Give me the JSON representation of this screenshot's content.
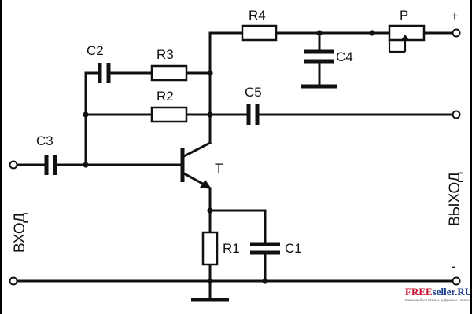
{
  "labels": {
    "r1": "R1",
    "r2": "R2",
    "r3": "R3",
    "r4": "R4",
    "c1": "C1",
    "c2": "C2",
    "c3": "C3",
    "c4": "C4",
    "c5": "C5",
    "pot": "P",
    "transistor": "T",
    "plus": "+",
    "minus": "-",
    "input": "ВХОД",
    "output": "ВЫХОД"
  },
  "watermark": {
    "brand_red": "FREE",
    "brand_blue": "seller.RU",
    "tagline": "Магазин бесплатных цифровых товаров"
  },
  "colors": {
    "line": "#111111",
    "background": "#ffffff",
    "watermark_red": "#c8102e",
    "watermark_blue": "#1a3e8c"
  }
}
